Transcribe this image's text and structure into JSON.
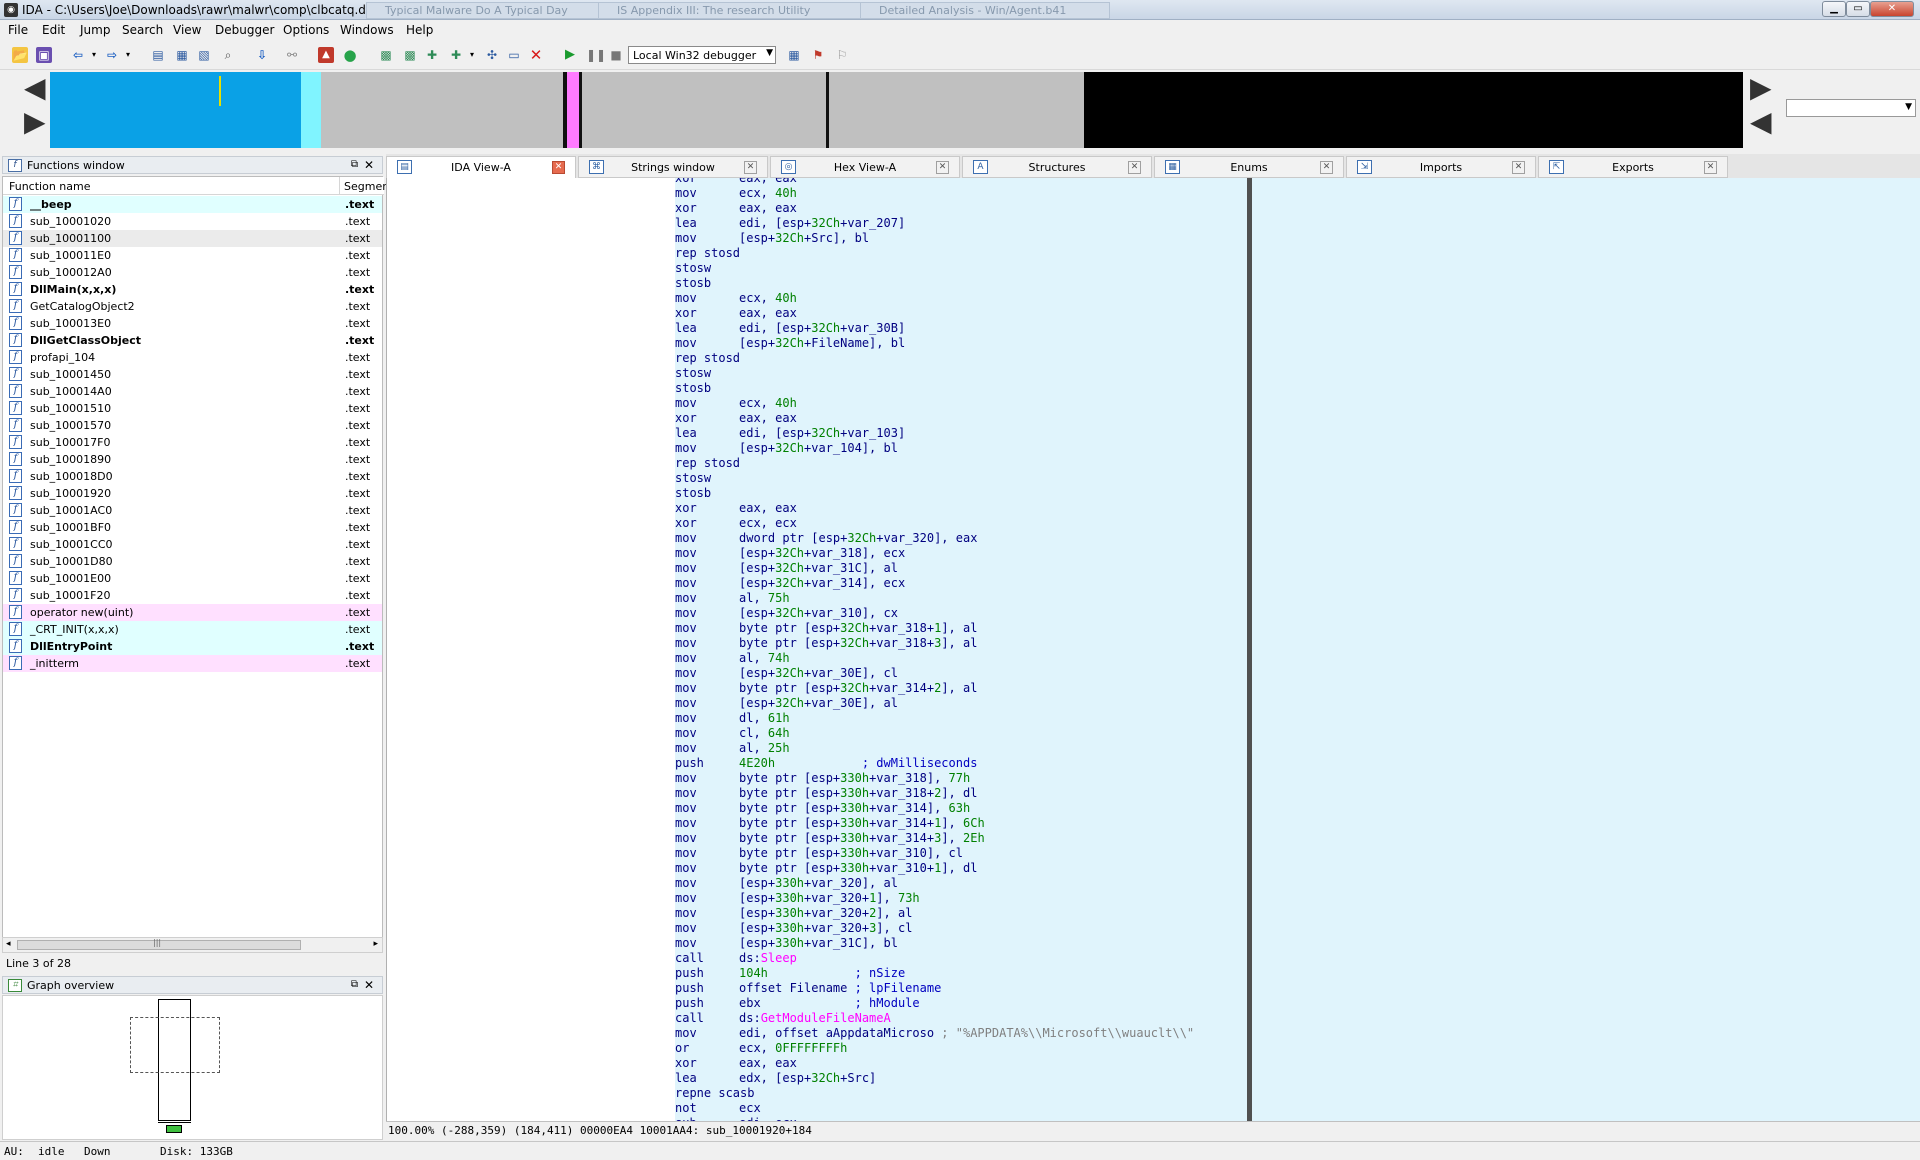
{
  "window": {
    "title": "IDA - C:\\Users\\Joe\\Downloads\\rawr\\malwr\\comp\\clbcatq.dll",
    "icon": "ida-icon"
  },
  "taskbar_tabs": [
    "Typical Malware Do A Typical Day",
    "IS Appendix III: The research Utility",
    "Detailed Analysis - Win/Agent.b41"
  ],
  "menu": [
    "File",
    "Edit",
    "Jump",
    "Search",
    "View",
    "Debugger",
    "Options",
    "Windows",
    "Help"
  ],
  "toolbar": {
    "debugger": "Local Win32 debugger"
  },
  "functions_window": {
    "title": "Functions window",
    "col_name": "Function name",
    "col_segment": "Segmer",
    "rows": [
      {
        "name": "__beep",
        "seg": ".text",
        "bold": true,
        "bg": "#e0ffff"
      },
      {
        "name": "sub_10001020",
        "seg": ".text",
        "bold": false,
        "bg": "#ffffff"
      },
      {
        "name": "sub_10001100",
        "seg": ".text",
        "bold": false,
        "bg": "#ebebeb"
      },
      {
        "name": "sub_100011E0",
        "seg": ".text",
        "bold": false,
        "bg": "#ffffff"
      },
      {
        "name": "sub_100012A0",
        "seg": ".text",
        "bold": false,
        "bg": "#ffffff"
      },
      {
        "name": "DllMain(x,x,x)",
        "seg": ".text",
        "bold": true,
        "bg": "#ffffff"
      },
      {
        "name": "GetCatalogObject2",
        "seg": ".text",
        "bold": false,
        "bg": "#ffffff"
      },
      {
        "name": "sub_100013E0",
        "seg": ".text",
        "bold": false,
        "bg": "#ffffff"
      },
      {
        "name": "DllGetClassObject",
        "seg": ".text",
        "bold": true,
        "bg": "#ffffff"
      },
      {
        "name": "profapi_104",
        "seg": ".text",
        "bold": false,
        "bg": "#ffffff"
      },
      {
        "name": "sub_10001450",
        "seg": ".text",
        "bold": false,
        "bg": "#ffffff"
      },
      {
        "name": "sub_100014A0",
        "seg": ".text",
        "bold": false,
        "bg": "#ffffff"
      },
      {
        "name": "sub_10001510",
        "seg": ".text",
        "bold": false,
        "bg": "#ffffff"
      },
      {
        "name": "sub_10001570",
        "seg": ".text",
        "bold": false,
        "bg": "#ffffff"
      },
      {
        "name": "sub_100017F0",
        "seg": ".text",
        "bold": false,
        "bg": "#ffffff"
      },
      {
        "name": "sub_10001890",
        "seg": ".text",
        "bold": false,
        "bg": "#ffffff"
      },
      {
        "name": "sub_100018D0",
        "seg": ".text",
        "bold": false,
        "bg": "#ffffff"
      },
      {
        "name": "sub_10001920",
        "seg": ".text",
        "bold": false,
        "bg": "#ffffff"
      },
      {
        "name": "sub_10001AC0",
        "seg": ".text",
        "bold": false,
        "bg": "#ffffff"
      },
      {
        "name": "sub_10001BF0",
        "seg": ".text",
        "bold": false,
        "bg": "#ffffff"
      },
      {
        "name": "sub_10001CC0",
        "seg": ".text",
        "bold": false,
        "bg": "#ffffff"
      },
      {
        "name": "sub_10001D80",
        "seg": ".text",
        "bold": false,
        "bg": "#ffffff"
      },
      {
        "name": "sub_10001E00",
        "seg": ".text",
        "bold": false,
        "bg": "#ffffff"
      },
      {
        "name": "sub_10001F20",
        "seg": ".text",
        "bold": false,
        "bg": "#ffffff"
      },
      {
        "name": "operator new(uint)",
        "seg": ".text",
        "bold": false,
        "bg": "#ffe0ff"
      },
      {
        "name": "_CRT_INIT(x,x,x)",
        "seg": ".text",
        "bold": false,
        "bg": "#e0ffff"
      },
      {
        "name": "DllEntryPoint",
        "seg": ".text",
        "bold": true,
        "bg": "#e0ffff"
      },
      {
        "name": "_initterm",
        "seg": ".text",
        "bold": false,
        "bg": "#ffe0ff"
      }
    ],
    "line_status": "Line 3 of 28"
  },
  "graph_overview": {
    "title": "Graph overview"
  },
  "tabs": [
    {
      "label": "IDA View-A",
      "active": true,
      "icon": "ida-view-icon"
    },
    {
      "label": "Strings window",
      "active": false,
      "icon": "strings-icon"
    },
    {
      "label": "Hex View-A",
      "active": false,
      "icon": "hex-icon"
    },
    {
      "label": "Structures",
      "active": false,
      "icon": "structures-icon"
    },
    {
      "label": "Enums",
      "active": false,
      "icon": "enums-icon"
    },
    {
      "label": "Imports",
      "active": false,
      "icon": "imports-icon"
    },
    {
      "label": "Exports",
      "active": false,
      "icon": "exports-icon"
    }
  ],
  "code": [
    {
      "m": "xor",
      "o": [
        [
          "eax, eax",
          ""
        ]
      ]
    },
    {
      "m": "mov",
      "o": [
        [
          "ecx, ",
          ""
        ],
        [
          "40h",
          "num"
        ]
      ]
    },
    {
      "m": "xor",
      "o": [
        [
          "eax, eax",
          ""
        ]
      ]
    },
    {
      "m": "lea",
      "o": [
        [
          "edi, [esp+",
          ""
        ],
        [
          "32Ch",
          "num"
        ],
        [
          "+var_207]",
          ""
        ]
      ]
    },
    {
      "m": "mov",
      "o": [
        [
          "[esp+",
          ""
        ],
        [
          "32Ch",
          "num"
        ],
        [
          "+Src], bl",
          ""
        ]
      ]
    },
    {
      "m": "rep stosd",
      "o": []
    },
    {
      "m": "stosw",
      "o": []
    },
    {
      "m": "stosb",
      "o": []
    },
    {
      "m": "mov",
      "o": [
        [
          "ecx, ",
          ""
        ],
        [
          "40h",
          "num"
        ]
      ]
    },
    {
      "m": "xor",
      "o": [
        [
          "eax, eax",
          ""
        ]
      ]
    },
    {
      "m": "lea",
      "o": [
        [
          "edi, [esp+",
          ""
        ],
        [
          "32Ch",
          "num"
        ],
        [
          "+var_30B]",
          ""
        ]
      ]
    },
    {
      "m": "mov",
      "o": [
        [
          "[esp+",
          ""
        ],
        [
          "32Ch",
          "num"
        ],
        [
          "+FileName], bl",
          ""
        ]
      ]
    },
    {
      "m": "rep stosd",
      "o": []
    },
    {
      "m": "stosw",
      "o": []
    },
    {
      "m": "stosb",
      "o": []
    },
    {
      "m": "mov",
      "o": [
        [
          "ecx, ",
          ""
        ],
        [
          "40h",
          "num"
        ]
      ]
    },
    {
      "m": "xor",
      "o": [
        [
          "eax, eax",
          ""
        ]
      ]
    },
    {
      "m": "lea",
      "o": [
        [
          "edi, [esp+",
          ""
        ],
        [
          "32Ch",
          "num"
        ],
        [
          "+var_103]",
          ""
        ]
      ]
    },
    {
      "m": "mov",
      "o": [
        [
          "[esp+",
          ""
        ],
        [
          "32Ch",
          "num"
        ],
        [
          "+var_104], bl",
          ""
        ]
      ]
    },
    {
      "m": "rep stosd",
      "o": []
    },
    {
      "m": "stosw",
      "o": []
    },
    {
      "m": "stosb",
      "o": []
    },
    {
      "m": "xor",
      "o": [
        [
          "eax, eax",
          ""
        ]
      ]
    },
    {
      "m": "xor",
      "o": [
        [
          "ecx, ecx",
          ""
        ]
      ]
    },
    {
      "m": "mov",
      "o": [
        [
          "dword ptr [esp+",
          ""
        ],
        [
          "32Ch",
          "num"
        ],
        [
          "+var_320], eax",
          ""
        ]
      ]
    },
    {
      "m": "mov",
      "o": [
        [
          "[esp+",
          ""
        ],
        [
          "32Ch",
          "num"
        ],
        [
          "+var_318], ecx",
          ""
        ]
      ]
    },
    {
      "m": "mov",
      "o": [
        [
          "[esp+",
          ""
        ],
        [
          "32Ch",
          "num"
        ],
        [
          "+var_31C], al",
          ""
        ]
      ]
    },
    {
      "m": "mov",
      "o": [
        [
          "[esp+",
          ""
        ],
        [
          "32Ch",
          "num"
        ],
        [
          "+var_314], ecx",
          ""
        ]
      ]
    },
    {
      "m": "mov",
      "o": [
        [
          "al, ",
          ""
        ],
        [
          "75h",
          "num"
        ]
      ]
    },
    {
      "m": "mov",
      "o": [
        [
          "[esp+",
          ""
        ],
        [
          "32Ch",
          "num"
        ],
        [
          "+var_310], cx",
          ""
        ]
      ]
    },
    {
      "m": "mov",
      "o": [
        [
          "byte ptr [esp+",
          ""
        ],
        [
          "32Ch",
          "num"
        ],
        [
          "+var_318+",
          ""
        ],
        [
          "1",
          "num"
        ],
        [
          "], al",
          ""
        ]
      ]
    },
    {
      "m": "mov",
      "o": [
        [
          "byte ptr [esp+",
          ""
        ],
        [
          "32Ch",
          "num"
        ],
        [
          "+var_318+",
          ""
        ],
        [
          "3",
          "num"
        ],
        [
          "], al",
          ""
        ]
      ]
    },
    {
      "m": "mov",
      "o": [
        [
          "al, ",
          ""
        ],
        [
          "74h",
          "num"
        ]
      ]
    },
    {
      "m": "mov",
      "o": [
        [
          "[esp+",
          ""
        ],
        [
          "32Ch",
          "num"
        ],
        [
          "+var_30E], cl",
          ""
        ]
      ]
    },
    {
      "m": "mov",
      "o": [
        [
          "byte ptr [esp+",
          ""
        ],
        [
          "32Ch",
          "num"
        ],
        [
          "+var_314+",
          ""
        ],
        [
          "2",
          "num"
        ],
        [
          "], al",
          ""
        ]
      ]
    },
    {
      "m": "mov",
      "o": [
        [
          "[esp+",
          ""
        ],
        [
          "32Ch",
          "num"
        ],
        [
          "+var_30E], al",
          ""
        ]
      ]
    },
    {
      "m": "mov",
      "o": [
        [
          "dl, ",
          ""
        ],
        [
          "61h",
          "num"
        ]
      ]
    },
    {
      "m": "mov",
      "o": [
        [
          "cl, ",
          ""
        ],
        [
          "64h",
          "num"
        ]
      ]
    },
    {
      "m": "mov",
      "o": [
        [
          "al, ",
          ""
        ],
        [
          "25h",
          "num"
        ]
      ]
    },
    {
      "m": "push",
      "o": [
        [
          "4E20h",
          "num"
        ],
        [
          "            ; dwMilliseconds",
          "cmt"
        ]
      ]
    },
    {
      "m": "mov",
      "o": [
        [
          "byte ptr [esp+",
          ""
        ],
        [
          "330h",
          "num"
        ],
        [
          "+var_318], ",
          ""
        ],
        [
          "77h",
          "num"
        ]
      ]
    },
    {
      "m": "mov",
      "o": [
        [
          "byte ptr [esp+",
          ""
        ],
        [
          "330h",
          "num"
        ],
        [
          "+var_318+",
          ""
        ],
        [
          "2",
          "num"
        ],
        [
          "], dl",
          ""
        ]
      ]
    },
    {
      "m": "mov",
      "o": [
        [
          "byte ptr [esp+",
          ""
        ],
        [
          "330h",
          "num"
        ],
        [
          "+var_314], ",
          ""
        ],
        [
          "63h",
          "num"
        ]
      ]
    },
    {
      "m": "mov",
      "o": [
        [
          "byte ptr [esp+",
          ""
        ],
        [
          "330h",
          "num"
        ],
        [
          "+var_314+",
          ""
        ],
        [
          "1",
          "num"
        ],
        [
          "], ",
          ""
        ],
        [
          "6Ch",
          "num"
        ]
      ]
    },
    {
      "m": "mov",
      "o": [
        [
          "byte ptr [esp+",
          ""
        ],
        [
          "330h",
          "num"
        ],
        [
          "+var_314+",
          ""
        ],
        [
          "3",
          "num"
        ],
        [
          "], ",
          ""
        ],
        [
          "2Eh",
          "num"
        ]
      ]
    },
    {
      "m": "mov",
      "o": [
        [
          "byte ptr [esp+",
          ""
        ],
        [
          "330h",
          "num"
        ],
        [
          "+var_310], cl",
          ""
        ]
      ]
    },
    {
      "m": "mov",
      "o": [
        [
          "byte ptr [esp+",
          ""
        ],
        [
          "330h",
          "num"
        ],
        [
          "+var_310+",
          ""
        ],
        [
          "1",
          "num"
        ],
        [
          "], dl",
          ""
        ]
      ]
    },
    {
      "m": "mov",
      "o": [
        [
          "[esp+",
          ""
        ],
        [
          "330h",
          "num"
        ],
        [
          "+var_320], al",
          ""
        ]
      ]
    },
    {
      "m": "mov",
      "o": [
        [
          "[esp+",
          ""
        ],
        [
          "330h",
          "num"
        ],
        [
          "+var_320+",
          ""
        ],
        [
          "1",
          "num"
        ],
        [
          "], ",
          ""
        ],
        [
          "73h",
          "num"
        ]
      ]
    },
    {
      "m": "mov",
      "o": [
        [
          "[esp+",
          ""
        ],
        [
          "330h",
          "num"
        ],
        [
          "+var_320+",
          ""
        ],
        [
          "2",
          "num"
        ],
        [
          "], al",
          ""
        ]
      ]
    },
    {
      "m": "mov",
      "o": [
        [
          "[esp+",
          ""
        ],
        [
          "330h",
          "num"
        ],
        [
          "+var_320+",
          ""
        ],
        [
          "3",
          "num"
        ],
        [
          "], cl",
          ""
        ]
      ]
    },
    {
      "m": "mov",
      "o": [
        [
          "[esp+",
          ""
        ],
        [
          "330h",
          "num"
        ],
        [
          "+var_31C], bl",
          ""
        ]
      ]
    },
    {
      "m": "call",
      "o": [
        [
          "ds:",
          ""
        ],
        [
          "Sleep",
          "imp"
        ]
      ]
    },
    {
      "m": "push",
      "o": [
        [
          "104h",
          "num"
        ],
        [
          "            ; nSize",
          "cmt"
        ]
      ]
    },
    {
      "m": "push",
      "o": [
        [
          "offset Filename ",
          ""
        ],
        [
          "; lpFilename",
          "cmt"
        ]
      ]
    },
    {
      "m": "push",
      "o": [
        [
          "ebx             ",
          ""
        ],
        [
          "; hModule",
          "cmt"
        ]
      ]
    },
    {
      "m": "call",
      "o": [
        [
          "ds:",
          ""
        ],
        [
          "GetModuleFileNameA",
          "imp"
        ]
      ]
    },
    {
      "m": "mov",
      "o": [
        [
          "edi, offset aAppdataMicroso ",
          ""
        ],
        [
          "; \"%APPDATA%\\\\Microsoft\\\\wuauclt\\\\\"",
          "gry"
        ]
      ]
    },
    {
      "m": "or",
      "o": [
        [
          "ecx, ",
          ""
        ],
        [
          "0FFFFFFFFh",
          "num"
        ]
      ]
    },
    {
      "m": "xor",
      "o": [
        [
          "eax, eax",
          ""
        ]
      ]
    },
    {
      "m": "lea",
      "o": [
        [
          "edx, [esp+",
          ""
        ],
        [
          "32Ch",
          "num"
        ],
        [
          "+Src]",
          ""
        ]
      ]
    },
    {
      "m": "repne scasb",
      "o": []
    },
    {
      "m": "not",
      "o": [
        [
          "ecx",
          ""
        ]
      ]
    },
    {
      "m": "sub",
      "o": [
        [
          "edi, ecx",
          ""
        ]
      ]
    }
  ],
  "view_status": "100.00% (-288,359) (184,411) 00000EA4 10001AA4: sub_10001920+184",
  "status": {
    "au": "AU:",
    "state": "idle",
    "dir": "Down",
    "disk": "Disk: 133GB"
  }
}
